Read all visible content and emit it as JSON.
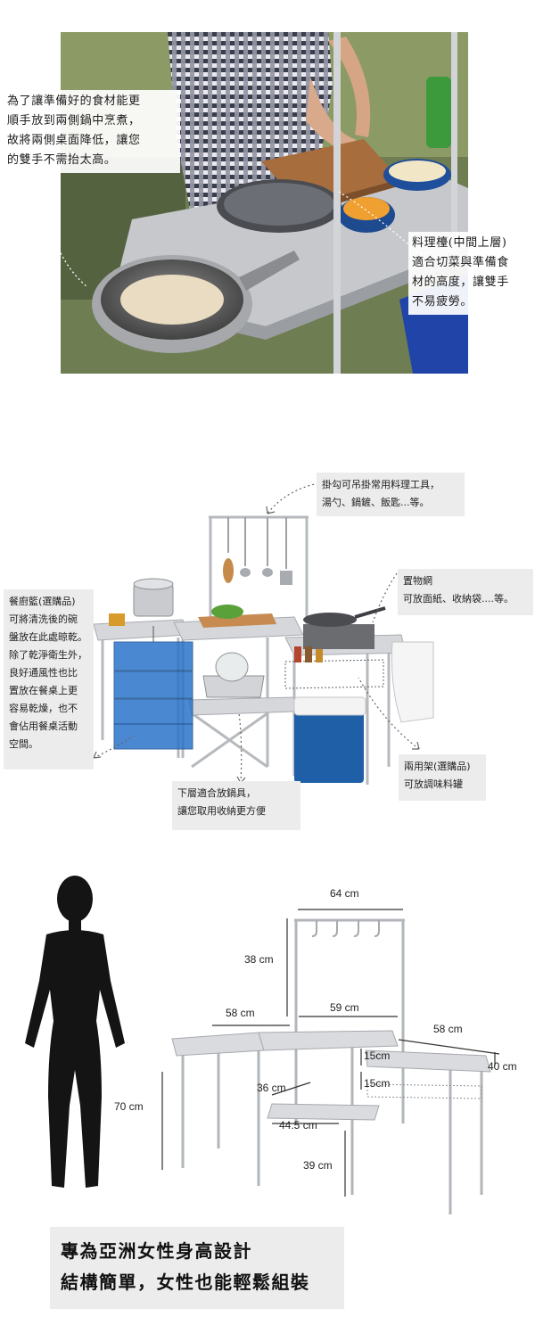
{
  "photo_section": {
    "caption_left": "為了讓準備好的食材能更\n順手放到兩側鍋中烹煮，\n故將兩側桌面降低，讓您\n的雙手不需抬太高。",
    "caption_right": "料理檯(中間上層)\n適合切菜與準備食\n材的高度，讓雙手\n不易疲勞。"
  },
  "product_section": {
    "callout_hooks": "掛勾可吊掛常用料理工具，\n湯勺、鍋鏟、飯匙...等。",
    "callout_basket": "餐廚籃(選購品)\n可將清洗後的碗\n盤放在此處晾乾。\n除了乾淨衛生外，\n良好通風性也比\n置放在餐桌上更\n容易乾燥，也不\n會佔用餐桌活動\n空間。",
    "callout_net": "置物網\n可放面紙、收納袋....等。",
    "callout_lower": "下層適合放鍋具，\n讓您取用收納更方便",
    "callout_rack": "兩用架(選購品)\n可放調味料罐"
  },
  "dimension_section": {
    "dims": {
      "top_width": "64 cm",
      "hanger_height": "38 cm",
      "left_table": "58 cm",
      "center_table": "59 cm",
      "right_table": "58 cm",
      "right_depth": "40 cm",
      "gap_upper": "15cm",
      "gap_lower": "15cm",
      "shelf_depth": "36 cm",
      "shelf_width": "44.5 cm",
      "lower_height": "39 cm",
      "table_height": "70 cm"
    },
    "slogan_line1": "專為亞洲女性身高設計",
    "slogan_line2": "結構簡單，女性也能輕鬆組裝"
  },
  "colors": {
    "cooler_blue": "#1f5fa8",
    "basket_blue": "#2b74c9",
    "aluminum": "#c9ccd0",
    "callout_bg": "#ececec"
  }
}
